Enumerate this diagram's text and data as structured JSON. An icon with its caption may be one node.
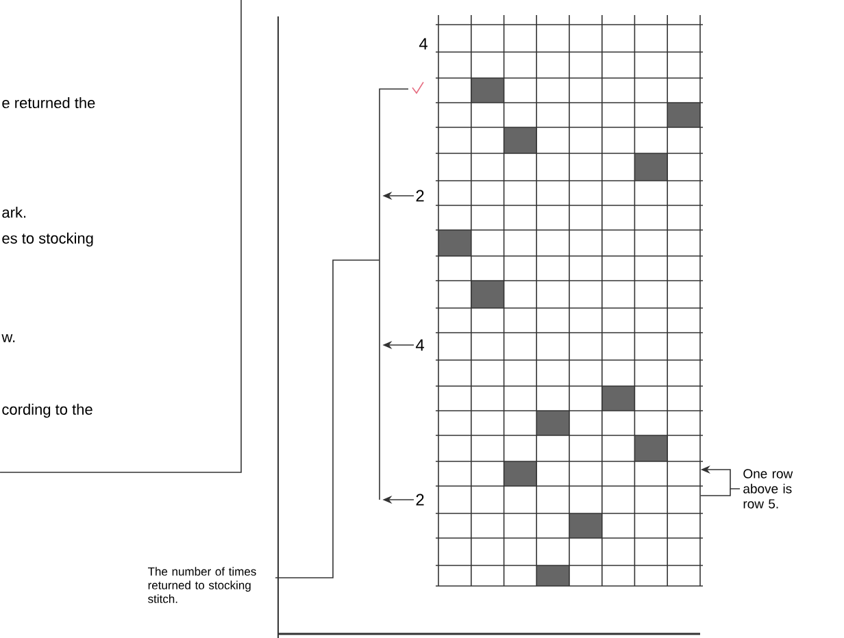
{
  "diagram": {
    "nodes": [
      {
        "text": [
          "e returned the",
          "ark.",
          "es to stocking",
          "w.",
          "cording to the"
        ]
      },
      {
        "text": [
          "The number of times returned to stocking stitch."
        ]
      },
      {
        "text": [],
        "shape": "bracket"
      },
      {
        "text": [
          "2"
        ]
      },
      {
        "text": [
          "4"
        ]
      },
      {
        "text": [
          "2"
        ]
      },
      {
        "text": [],
        "shape": "grid"
      },
      {
        "text": [
          "One row above is row 5."
        ]
      }
    ],
    "edges": [
      {
        "from": 1,
        "to": 2,
        "arrow": "none"
      },
      {
        "from": 3,
        "to": 2,
        "arrow": "to"
      },
      {
        "from": 4,
        "to": 2,
        "arrow": "to"
      },
      {
        "from": 5,
        "to": 2,
        "arrow": "to"
      },
      {
        "from": 7,
        "to": 6,
        "arrow": "to"
      }
    ],
    "labels": [
      "4"
    ]
  }
}
